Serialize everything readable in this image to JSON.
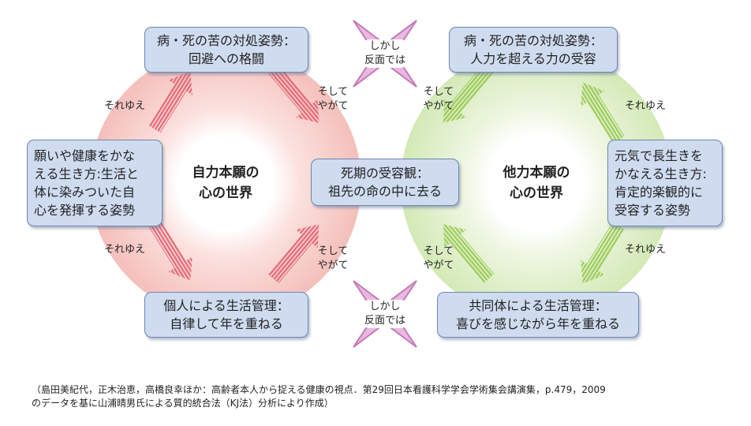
{
  "boxes": {
    "top_left": "病・死の苦の対処姿勢：\n回避への格闘",
    "top_right": "病・死の苦の対処姿勢：\n人力を超える力の受容",
    "mid_left": "願いや健康をかな\nえる生き方:生活と\n体に染みついた自\n心を発揮する姿勢",
    "center": "死期の受容観：\n祖先の命の中に去る",
    "mid_right": "元気で長生きを\nかなえる生き方:\n肯定的楽観的に\n受容する姿勢",
    "bottom_left": "個人による生活管理：\n自律して年を重ねる",
    "bottom_right": "共同体による生活管理：\n喜びを感じながら年を重ねる"
  },
  "worlds": {
    "left": "自力本願の\n心の世界",
    "right": "他力本願の\n心の世界"
  },
  "labels": {
    "soreyue": "それゆえ",
    "soshite": "そして\nやがて",
    "shikashi": "しかし\n反面では"
  },
  "colors": {
    "left_tint": "#f6c6c3",
    "right_tint": "#d9ecbe",
    "left_arrow": "#e8838a",
    "right_arrow": "#a9d36e",
    "x_mark": "#c37ab8",
    "box_fill": "#cfdcf0",
    "box_border": "#6f86ad"
  },
  "source": "（島田美紀代，正木治恵，高橋良幸ほか：高齢者本人から捉える健康の視点．第29回日本看護科学学会学術集会講演集，p.479，2009\nのデータを基に山浦晴男氏による質的統合法（KJ法）分析により作成）"
}
